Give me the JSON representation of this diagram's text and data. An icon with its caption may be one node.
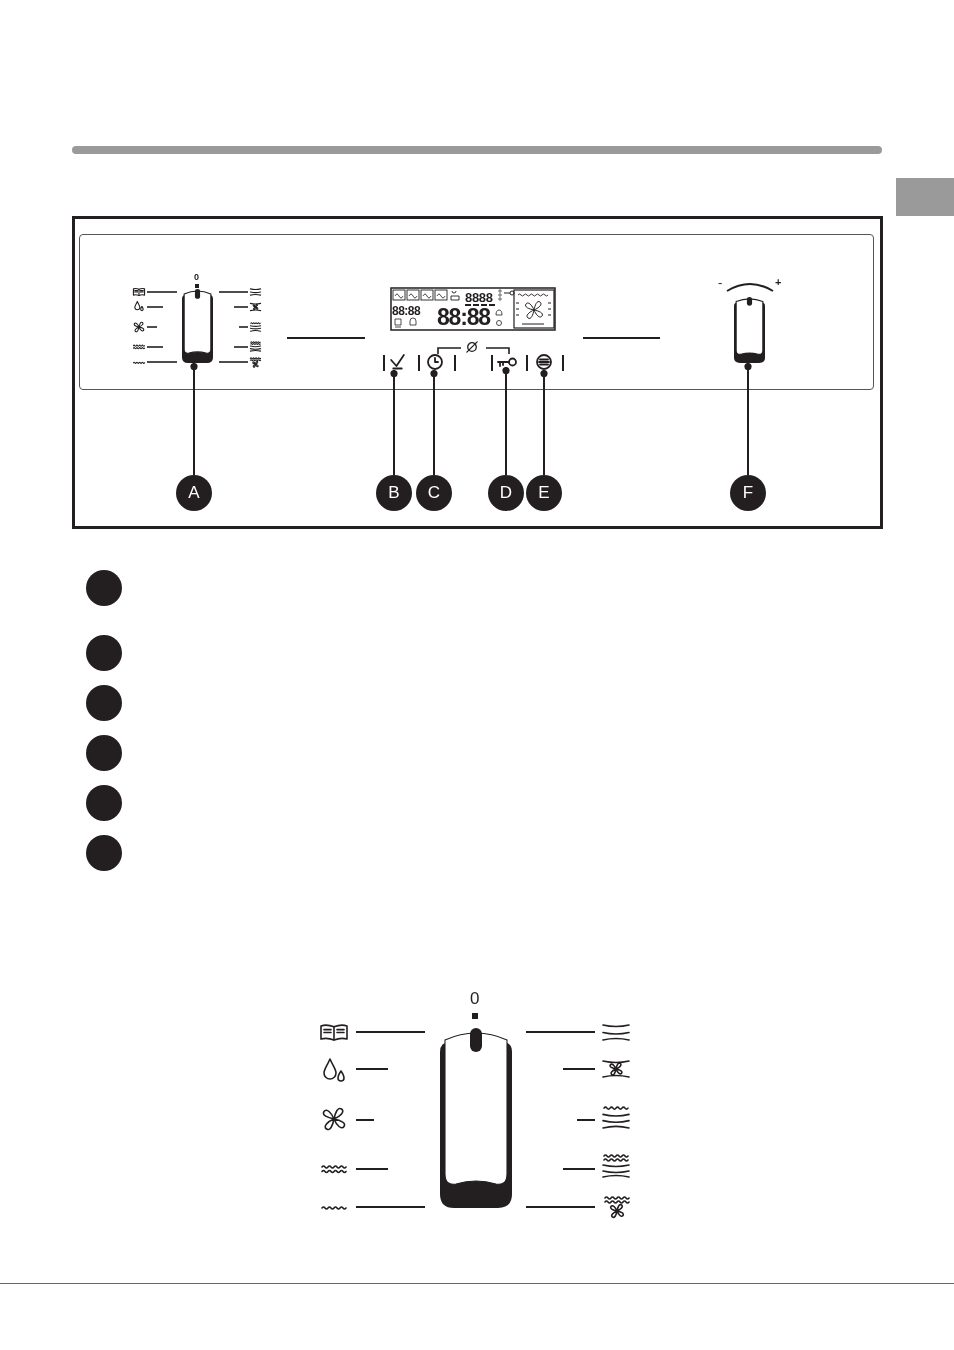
{
  "diagram": {
    "nodes": [
      {
        "text": [],
        "shape": "picture"
      },
      {
        "text": [],
        "shape": "picture"
      },
      {
        "text": [],
        "shape": "picture"
      },
      {
        "text": [],
        "shape": "picture"
      },
      {
        "text": [],
        "shape": "picture"
      },
      {
        "text": [],
        "shape": "picture"
      },
      {
        "text": [
          "A"
        ]
      },
      {
        "text": [
          "B"
        ]
      },
      {
        "text": [
          "C"
        ]
      },
      {
        "text": [
          "D"
        ]
      },
      {
        "text": [
          "E"
        ]
      },
      {
        "text": [
          "F"
        ]
      },
      {
        "text": [],
        "shape": "circle"
      },
      {
        "text": [],
        "shape": "circle"
      },
      {
        "text": [],
        "shape": "circle"
      },
      {
        "text": [],
        "shape": "circle"
      },
      {
        "text": [],
        "shape": "circle"
      },
      {
        "text": [],
        "shape": "circle"
      }
    ],
    "edges": [
      {
        "from": 6,
        "to": 0,
        "arrow": "other"
      },
      {
        "from": 7,
        "to": 1,
        "arrow": "other"
      },
      {
        "from": 8,
        "to": 2,
        "arrow": "other"
      },
      {
        "from": 9,
        "to": 3,
        "arrow": "other"
      },
      {
        "from": 10,
        "to": 4,
        "arrow": "other"
      },
      {
        "from": 11,
        "to": 5,
        "arrow": "other"
      }
    ],
    "labels": [
      "0",
      "8888",
      "88:88",
      "88:88",
      "-",
      "+",
      "0"
    ]
  }
}
